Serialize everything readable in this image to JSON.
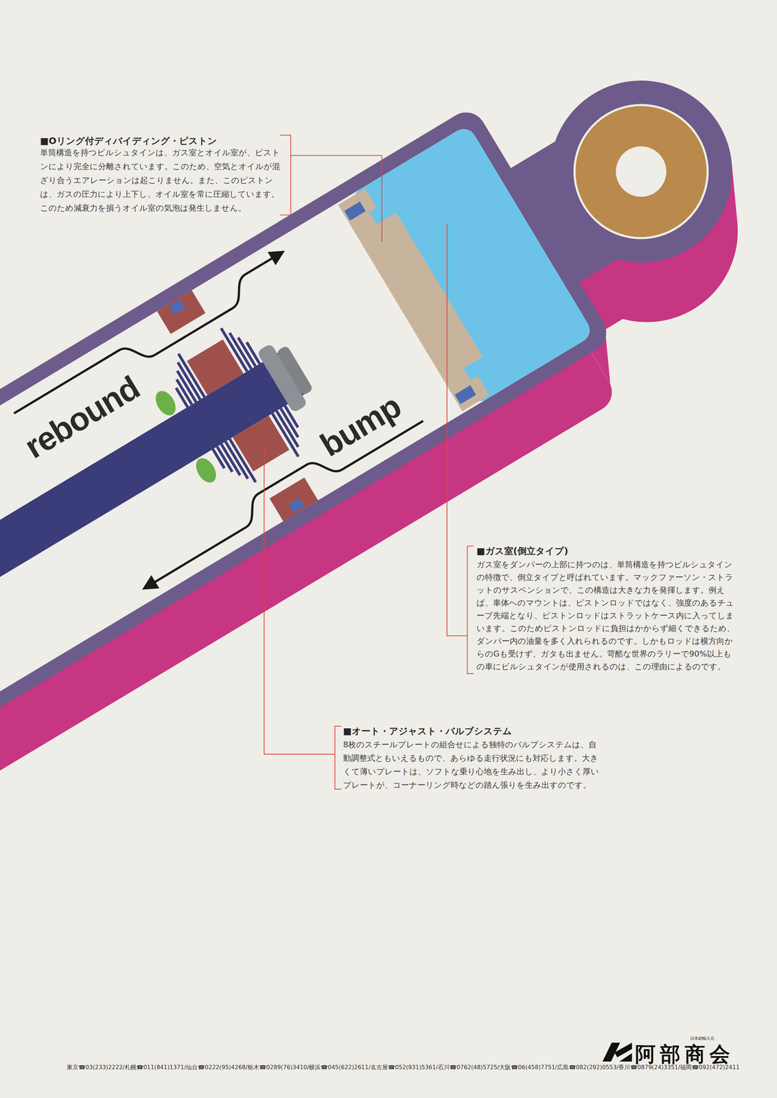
{
  "diagram": {
    "labels": [
      "■Oリング付ディバイディング・ピストン",
      "単筒構造を持つビルシュタインは、ガス室とオイル室が、ピストンにより完全に分離されています。このため、空気とオイルが混ざり合うエアレーションは起こりません。また、このピストンは、ガスの圧力により上下し、オイル室を常に圧縮しています。このため減衰力を損うオイル室の気泡は発生しません。",
      "rebound",
      "bump",
      "■ガス室(倒立タイプ)",
      "ガス室をダンパーの上部に持つのは、単筒構造を持つビルシュタインの特徴で、倒立タイプと呼ばれています。マックファーソン・ストラットのサスペンションで、この構造は大きな力を発揮します。例えば、車体へのマウントは、ピストンロッドではなく、強度のあるチューブ先端となり、ピストンロッドはストラットケース内に入ってしまいます。このためピストンロッドに負担はかからず細くできるため、ダンパー内の油量を多く入れられるのです。しかもロッドは横方向からのGも受けず、ガタも出ません。苛酷な世界のラリーで90%以上もの車にビルシュタインが使用されるのは、この理由によるのです。",
      "■オート・アジャスト・バルブシステム",
      "8枚のスチールプレートの組合せによる独特のバルブシステムは、自動調整式ともいえるもので、あらゆる走行状況にも対応します。大きくて薄いプレートは、ソフトな乗り心地を生み出し、より小さく厚いプレートが、コーナーリング時などの踏ん張りを生み出すのです。",
      "日本総輸入元",
      "阿部商会",
      "東京☎03(233)2222/札幌☎011(841)1371/仙台☎0222(95)4268/栃木☎0289(76)3410/横浜☎045(622)2611/名古屋☎052(931)5361/石川☎0762(48)5725/大阪☎06(458)7751/広島☎082(292)0553/香川☎0879(24)3351/福岡☎092(472)2411"
    ]
  }
}
